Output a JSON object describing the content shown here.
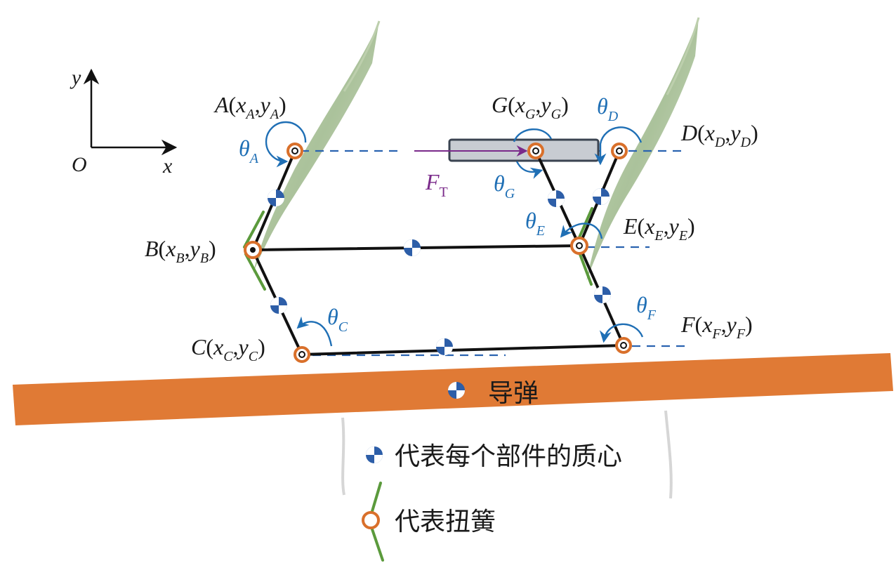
{
  "axes": {
    "x_label": "x",
    "y_label": "y",
    "origin_label": "O"
  },
  "joints": {
    "A": {
      "name": "A",
      "xsub": "A",
      "ysub": "A"
    },
    "B": {
      "name": "B",
      "xsub": "B",
      "ysub": "B"
    },
    "C": {
      "name": "C",
      "xsub": "C",
      "ysub": "C"
    },
    "D": {
      "name": "D",
      "xsub": "D",
      "ysub": "D"
    },
    "E": {
      "name": "E",
      "xsub": "E",
      "ysub": "E"
    },
    "F": {
      "name": "F",
      "xsub": "F",
      "ysub": "F"
    },
    "G": {
      "name": "G",
      "xsub": "G",
      "ysub": "G"
    }
  },
  "angles": {
    "A": {
      "symbol": "θ",
      "sub": "A"
    },
    "C": {
      "symbol": "θ",
      "sub": "C"
    },
    "D": {
      "symbol": "θ",
      "sub": "D"
    },
    "E": {
      "symbol": "θ",
      "sub": "E"
    },
    "F": {
      "symbol": "θ",
      "sub": "F"
    },
    "G": {
      "symbol": "θ",
      "sub": "G"
    }
  },
  "force": {
    "symbol": "F",
    "sub": "T"
  },
  "missile_label": "导弹",
  "legend": {
    "center_of_mass": "代表每个部件的质心",
    "torsion_spring": "代表扭簧"
  },
  "colors": {
    "link": "#111111",
    "missile": "#e07a35",
    "angle": "#1f6fb5",
    "force": "#7a2a8a",
    "spring": "#5b9a3c",
    "joint_ring": "#d9702b",
    "com": "#2d5ea8",
    "slider": "#c8ccd2"
  }
}
